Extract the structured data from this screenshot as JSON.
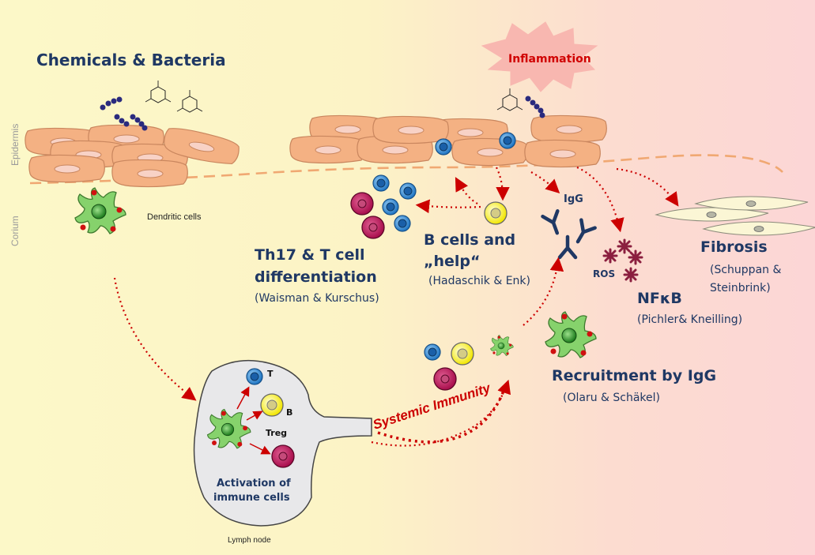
{
  "colors": {
    "navy": "#1F3864",
    "red_arrow": "#CC0000",
    "keratinocyte": "#F4B183",
    "b_cell": "#FFF200",
    "t_cell": "#2E8FD8",
    "treg": "#C0145A",
    "dendritic": "#7ED067",
    "fibroblast": "#FBF6D5"
  },
  "icons": [
    "bacteria-chain-icon",
    "chemical-structure-icon",
    "dendritic-cell-icon",
    "t-cell-icon",
    "b-cell-icon",
    "treg-cell-icon",
    "antibody-icon",
    "ros-star-icon",
    "fibroblast-icon",
    "keratinocyte-icon",
    "lymph-node-icon"
  ],
  "labels": {
    "chemicals": "Chemicals & Bacteria",
    "inflammation": "Inflammation",
    "epidermis": "Epidermis",
    "corium": "Corium",
    "dendritic_cells": "Dendritic cells",
    "th17_line1": "Th17 & T cell",
    "th17_line2": "differentiation",
    "th17_cite": "(Waisman & Kurschus)",
    "bcells_line1": "B cells and",
    "bcells_line2": "„help“",
    "bcells_cite": "(Hadaschik & Enk)",
    "igg": "IgG",
    "ros": "ROS",
    "nfkb": "NFκB",
    "nfkb_cite": "(Pichler& Kneilling)",
    "fibrosis": "Fibrosis",
    "fibrosis_cite_line1": "(Schuppan &",
    "fibrosis_cite_line2": "Steinbrink)",
    "recruitment": "Recruitment by IgG",
    "recruitment_cite": "(Olaru & Schäkel)",
    "systemic": "Systemic Immunity",
    "t": "T",
    "b": "B",
    "treg": "Treg",
    "activation_line1": "Activation of",
    "activation_line2": "immune cells",
    "lymph_node": "Lymph node"
  }
}
